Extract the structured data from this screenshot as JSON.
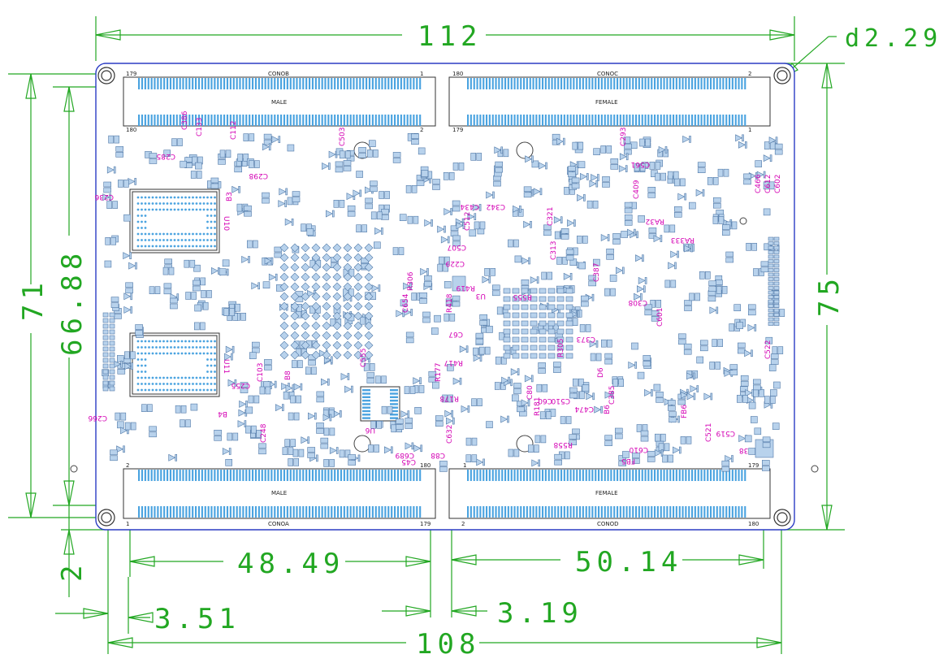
{
  "dimensions": {
    "board_width_top": "112",
    "hole_diameter": "d2.29",
    "board_height_left": "71",
    "connector_span_left": "66.88",
    "board_height_right": "75",
    "connector_a_length": "48.49",
    "connector_d_length": "50.14",
    "bottom_margin": "2",
    "offset_left": "3.51",
    "offset_right": "3.19",
    "board_width_bottom": "108"
  },
  "connectors": {
    "b": {
      "name": "CONOB",
      "type": "MALE",
      "pin_first": "179",
      "pin_last": "1",
      "pin_first_b": "180",
      "pin_last_b": "2"
    },
    "c": {
      "name": "CONOC",
      "type": "FEMALE",
      "pin_first": "180",
      "pin_last": "2",
      "pin_first_b": "179",
      "pin_last_b": "1"
    },
    "a": {
      "name": "CONOA",
      "type": "MALE",
      "pin_first": "2",
      "pin_last": "180",
      "pin_first_b": "1",
      "pin_last_b": "179"
    },
    "d": {
      "name": "CONOD",
      "type": "FEMALE",
      "pin_first": "1",
      "pin_last": "179",
      "pin_first_b": "2",
      "pin_last_b": "180"
    }
  },
  "chips": {
    "u10": "U10",
    "u11": "U11",
    "u6": "U6",
    "u38": "U38",
    "u3": "U3"
  },
  "references": [
    "C133",
    "C386",
    "C285",
    "C112",
    "C503",
    "C298",
    "C236",
    "B3",
    "C342",
    "C434",
    "C507",
    "C512",
    "C229",
    "C321",
    "C313",
    "C387",
    "C308",
    "C373",
    "C385",
    "C293",
    "C561",
    "C510",
    "C409",
    "RA32",
    "RA333",
    "C466",
    "C612",
    "C602",
    "C601",
    "C474",
    "C522",
    "C255",
    "C103",
    "B8",
    "C555",
    "B4",
    "C266",
    "C248",
    "C689",
    "C88",
    "C45",
    "C67",
    "R417",
    "R418",
    "R419",
    "R555",
    "R178",
    "R177",
    "C80",
    "C60",
    "R558",
    "C610",
    "FB5",
    "FB6",
    "C519",
    "C521",
    "C632",
    "C654",
    "D6",
    "B6",
    "R305",
    "R306",
    "R181"
  ]
}
